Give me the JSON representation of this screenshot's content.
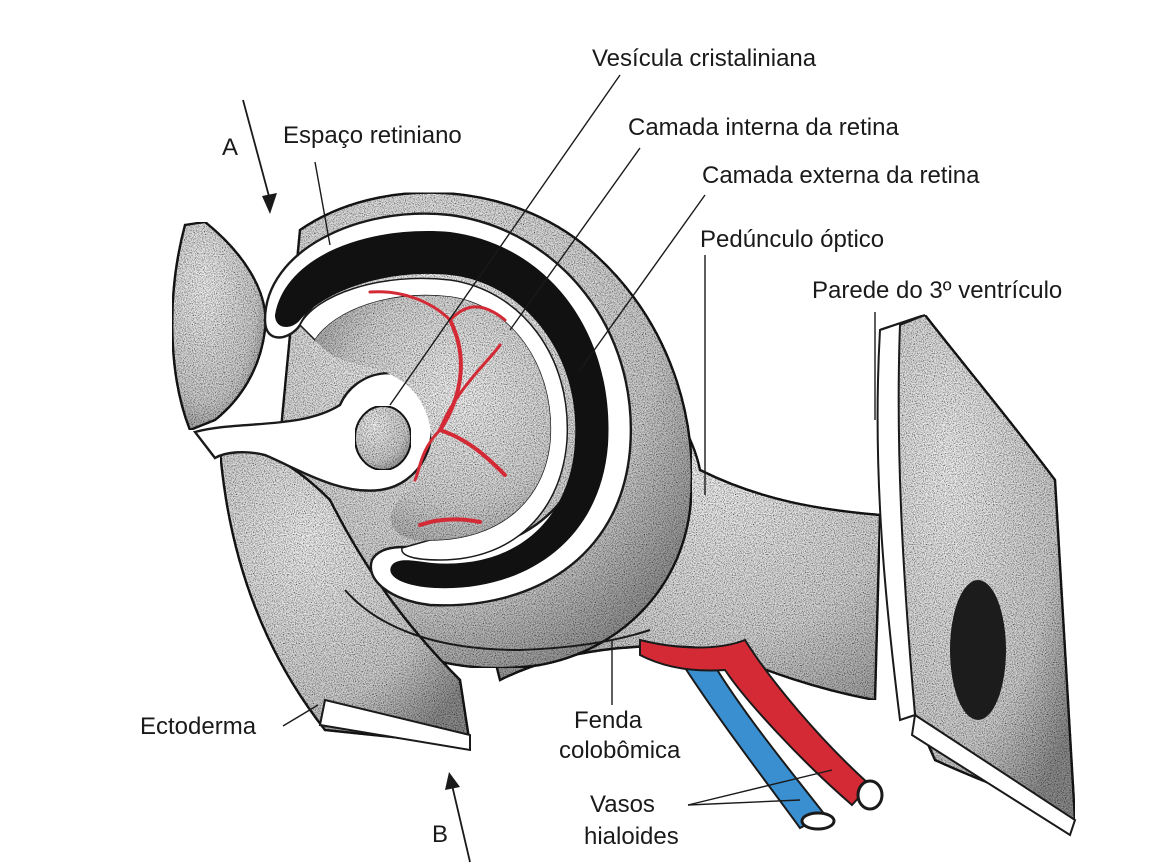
{
  "labels": {
    "a": "A",
    "b": "B",
    "espaco_retiniano": "Espaço retiniano",
    "vesicula_cristaliniana": "Vesícula cristaliniana",
    "camada_interna": "Camada interna da retina",
    "camada_externa": "Camada externa da retina",
    "pedunculo_optico": "Pedúnculo óptico",
    "parede_ventriculo": "Parede do 3º ventrículo",
    "ectoderma": "Ectoderma",
    "fenda_colobomica": [
      "Fenda",
      "colobômica"
    ],
    "vasos_hialoides": [
      "Vasos",
      "hialoides"
    ]
  },
  "colors": {
    "tissue": "#e9e9e9",
    "artery": "#d42a36",
    "vein": "#3a8fd0",
    "retina_space": "#111111",
    "line": "#1a1a1a"
  }
}
